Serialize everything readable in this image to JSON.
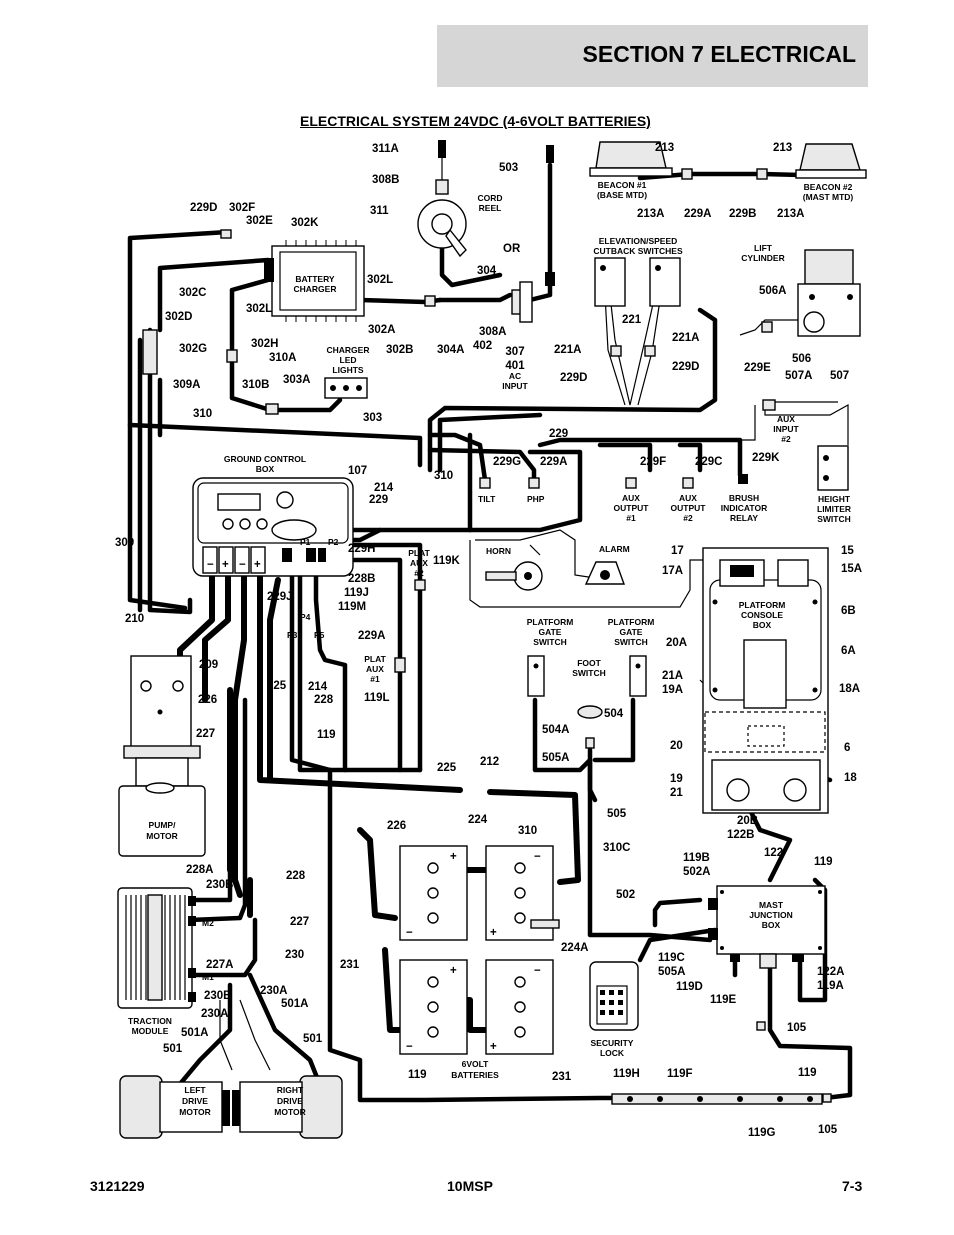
{
  "header": {
    "section_title": "SECTION 7   ELECTRICAL"
  },
  "diagram_title": "ELECTRICAL SYSTEM 24VDC (4-6VOLT BATTERIES)",
  "footer": {
    "left": "3121229",
    "center": "10MSP",
    "right": "7-3"
  },
  "components": {
    "battery_charger": [
      "BATTERY",
      "CHARGER"
    ],
    "cord_reel": [
      "CORD",
      "REEL"
    ],
    "or": "OR",
    "ac_input": [
      "307",
      "401",
      "AC",
      "INPUT"
    ],
    "charger_led": [
      "CHARGER",
      "LED",
      "LIGHTS"
    ],
    "beacon1": [
      "BEACON #1",
      "(BASE MTD)"
    ],
    "beacon2": [
      "BEACON #2",
      "(MAST MTD)"
    ],
    "elev_switches": [
      "ELEVATION/SPEED",
      "CUTBACK SWITCHES"
    ],
    "lift_cylinder": [
      "LIFT",
      "CYLINDER"
    ],
    "aux_input2": [
      "AUX",
      "INPUT",
      "#2"
    ],
    "ground_control": [
      "GROUND CONTROL",
      "BOX"
    ],
    "tilt": "TILT",
    "php": "PHP",
    "aux_out1": [
      "AUX",
      "OUTPUT",
      "#1"
    ],
    "aux_out2": [
      "AUX",
      "OUTPUT",
      "#2"
    ],
    "brush_relay": [
      "BRUSH",
      "INDICATOR",
      "RELAY"
    ],
    "height_switch": [
      "HEIGHT",
      "LIMITER",
      "SWITCH"
    ],
    "plat_aux2": [
      "PLAT",
      "AUX",
      "#2"
    ],
    "plat_aux1": [
      "PLAT",
      "AUX",
      "#1"
    ],
    "horn": "HORN",
    "alarm": "ALARM",
    "platform_console": [
      "PLATFORM",
      "CONSOLE",
      "BOX"
    ],
    "gate_switch_a": [
      "PLATFORM",
      "GATE",
      "SWITCH"
    ],
    "gate_switch_b": [
      "PLATFORM",
      "GATE",
      "SWITCH"
    ],
    "foot_switch": [
      "FOOT",
      "SWITCH"
    ],
    "pump_motor": [
      "PUMP/",
      "MOTOR"
    ],
    "traction_module": [
      "TRACTION",
      "MODULE"
    ],
    "left_motor": [
      "LEFT",
      "DRIVE",
      "MOTOR"
    ],
    "right_motor": [
      "RIGHT",
      "DRIVE",
      "MOTOR"
    ],
    "batteries": [
      "6VOLT",
      "BATTERIES"
    ],
    "mast_jbox": [
      "MAST",
      "JUNCTION",
      "BOX"
    ],
    "security_lock": [
      "SECURITY",
      "LOCK"
    ],
    "gcb_pins": [
      "P1",
      "P2",
      "P4",
      "P3",
      "P5"
    ],
    "traction_pins": [
      "M2",
      "M1"
    ],
    "terminal_signs": [
      "+",
      "−"
    ]
  },
  "callouts": [
    "311A",
    "308B",
    "311",
    "503",
    "213",
    "213",
    "213A",
    "229A",
    "229B",
    "213A",
    "229D",
    "302F",
    "302E",
    "302K",
    "302C",
    "302L",
    "302L",
    "302D",
    "302G",
    "302H",
    "310A",
    "309A",
    "310B",
    "303A",
    "310",
    "303",
    "304",
    "302A",
    "302B",
    "304A",
    "308A",
    "402",
    "221",
    "221A",
    "221A",
    "229D",
    "229D",
    "506A",
    "506",
    "507A",
    "229E",
    "507",
    "229",
    "229G",
    "229A",
    "229F",
    "229C",
    "229K",
    "107",
    "214",
    "229",
    "310",
    "309",
    "229H",
    "228B",
    "119J",
    "119M",
    "229J",
    "119K",
    "229A",
    "119L",
    "214",
    "228",
    "119",
    "225",
    "210",
    "209",
    "226",
    "227",
    "17",
    "17A",
    "15",
    "15A",
    "6B",
    "6A",
    "18A",
    "20A",
    "21A",
    "19A",
    "20",
    "6",
    "19",
    "21",
    "18",
    "20B",
    "122B",
    "504",
    "504A",
    "505A",
    "505",
    "225",
    "212",
    "224",
    "226",
    "310",
    "310C",
    "122",
    "119",
    "119B",
    "502A",
    "502",
    "119C",
    "505A",
    "119D",
    "119E",
    "122A",
    "119A",
    "105",
    "228A",
    "230B",
    "228",
    "227",
    "230",
    "227A",
    "230B",
    "230A",
    "230A",
    "501A",
    "501A",
    "501",
    "501",
    "231",
    "224A",
    "231",
    "119",
    "119H",
    "119F",
    "119",
    "119G",
    "105"
  ]
}
